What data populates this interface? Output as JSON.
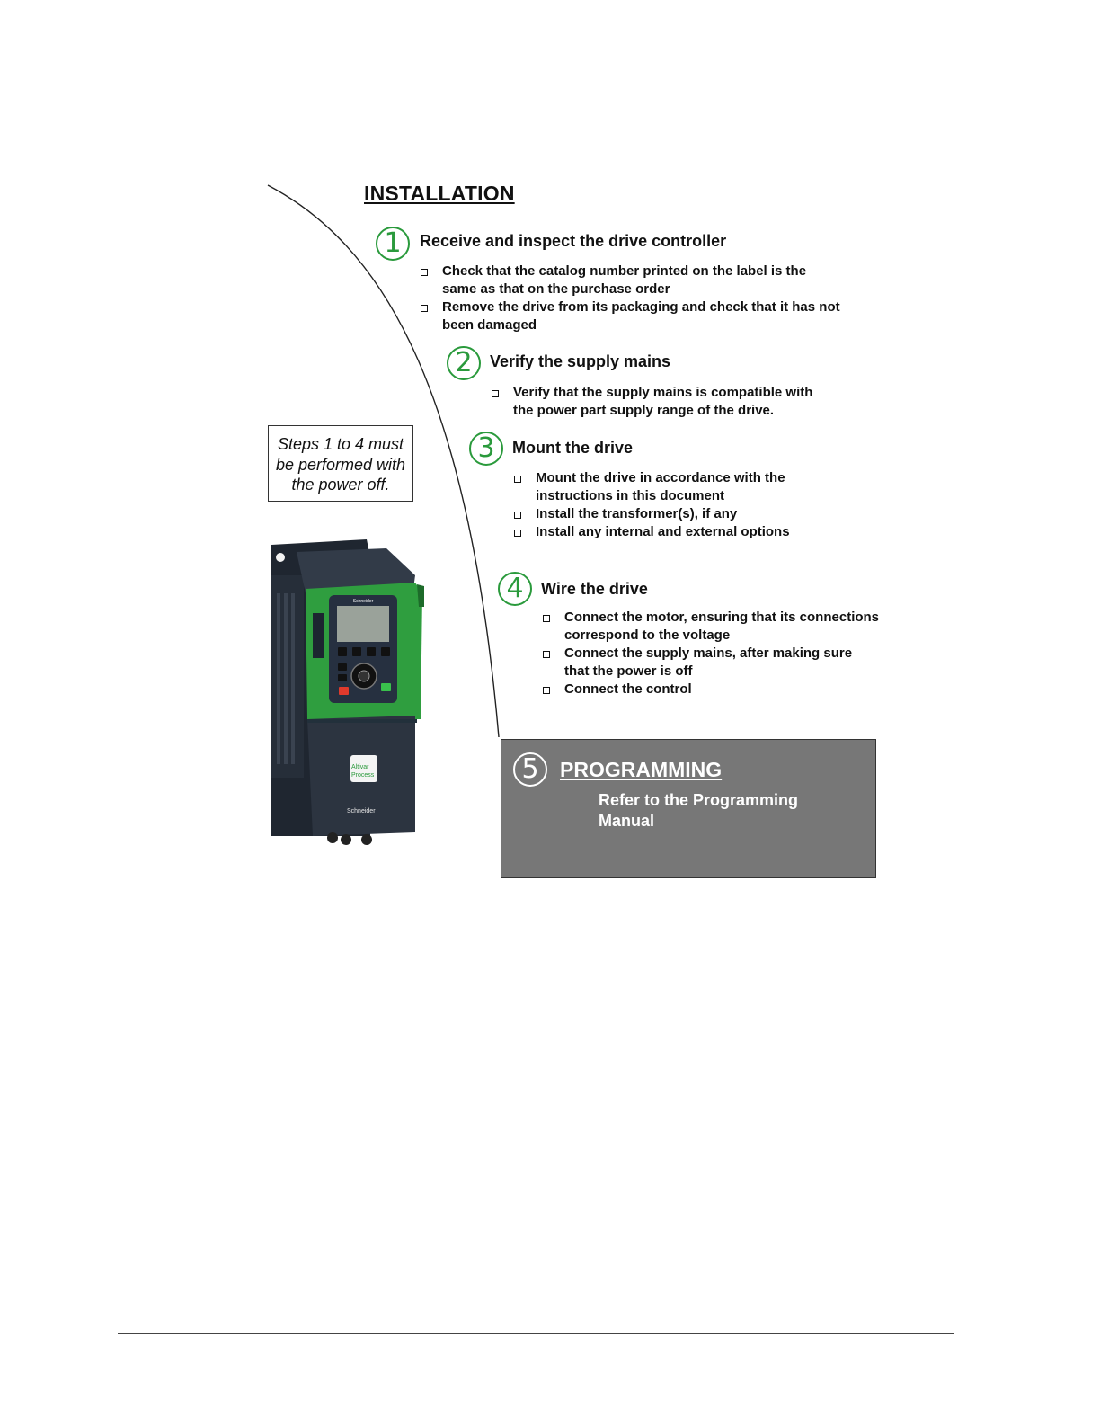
{
  "title": "INSTALLATION",
  "steps": [
    {
      "num": "1",
      "title": "Receive and inspect the drive controller",
      "bullets": [
        "Check that the catalog number printed on the label is the same as that on the purchase order",
        "Remove the drive from its packaging and check that it has not been damaged"
      ]
    },
    {
      "num": "2",
      "title": "Verify the supply mains",
      "bullets": [
        "Verify that the supply mains is compatible with the power part supply range of the drive."
      ]
    },
    {
      "num": "3",
      "title": "Mount the drive",
      "bullets": [
        "Mount the drive in accordance with the instructions in this document",
        "Install the transformer(s), if any",
        "Install any internal and external options"
      ]
    },
    {
      "num": "4",
      "title": "Wire the drive",
      "bullets": [
        "Connect the motor, ensuring that its connections correspond to the voltage",
        "Connect the supply mains, after making sure that the power is off",
        "Connect the control"
      ]
    }
  ],
  "warning": "Steps 1 to 4 must be performed with the power off.",
  "programming": {
    "num": "5",
    "title": "PROGRAMMING",
    "text": "Refer to the Programming Manual"
  },
  "drive_labels": {
    "brand": "Schneider",
    "product_line1": "Altivar",
    "product_line2": "Process"
  },
  "colors": {
    "step_green": "#2a9a3c",
    "drive_body": "#2c3440",
    "drive_accent": "#3ab54a",
    "programming_bg": "#777777"
  }
}
